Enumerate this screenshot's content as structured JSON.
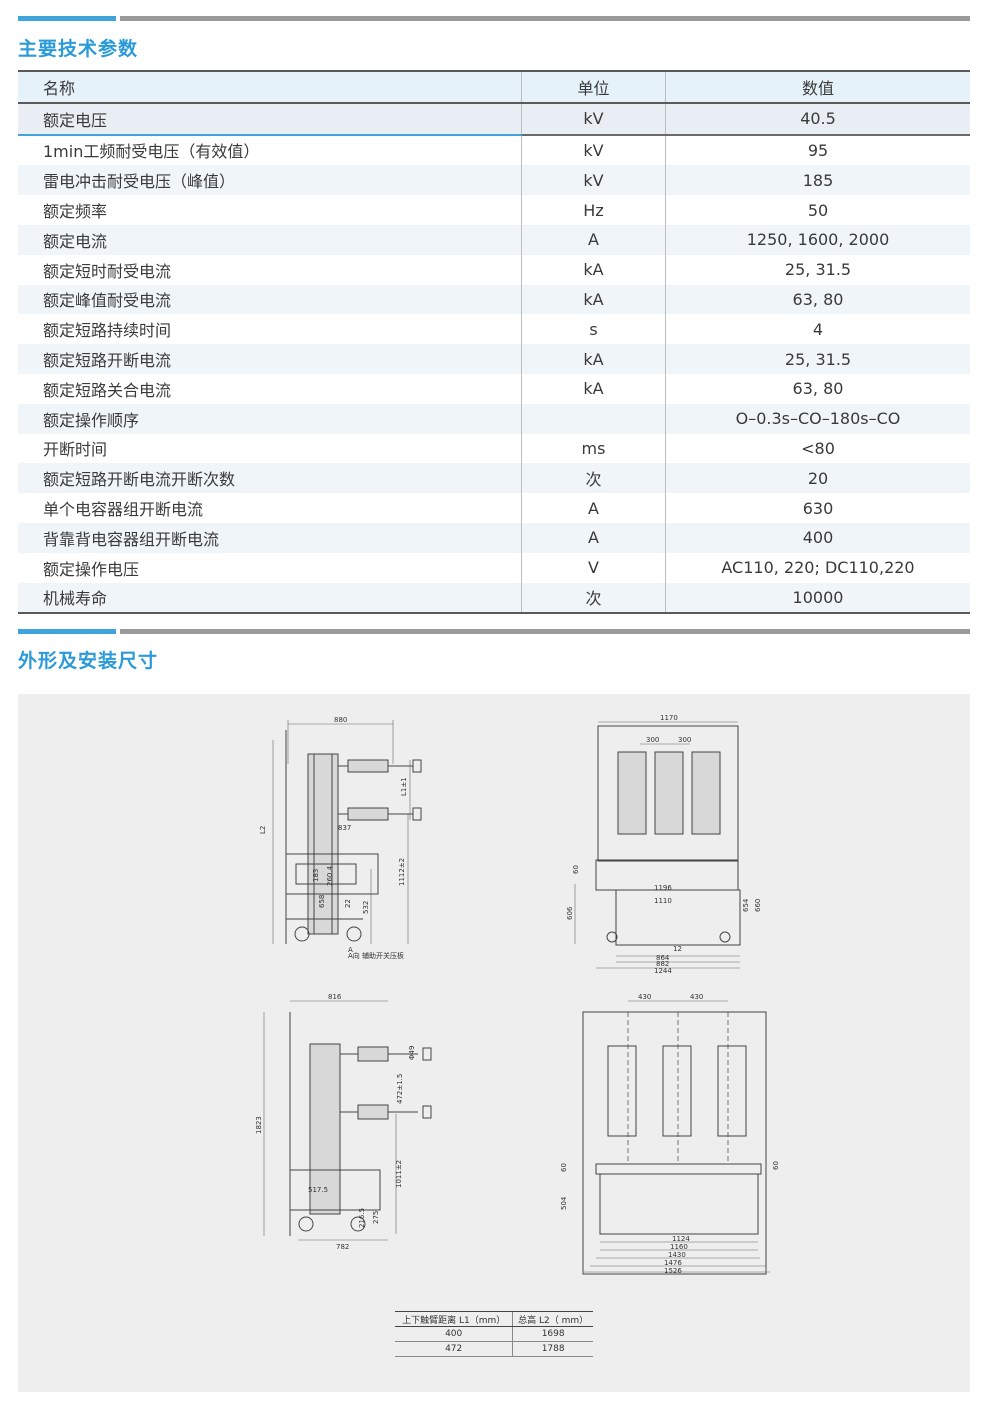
{
  "section1": {
    "title": "主要技术参数"
  },
  "section2": {
    "title": "外形及安装尺寸"
  },
  "spec_table": {
    "headers": [
      "名称",
      "单位",
      "数值"
    ],
    "rows": [
      [
        "额定电压",
        "kV",
        "40.5"
      ],
      [
        "1min工频耐受电压（有效值）",
        "kV",
        "95"
      ],
      [
        "雷电冲击耐受电压（峰值）",
        "kV",
        "185"
      ],
      [
        "额定频率",
        "Hz",
        "50"
      ],
      [
        "额定电流",
        "A",
        "1250, 1600, 2000"
      ],
      [
        "额定短时耐受电流",
        "kA",
        "25, 31.5"
      ],
      [
        "额定峰值耐受电流",
        "kA",
        "63, 80"
      ],
      [
        "额定短路持续时间",
        "s",
        "4"
      ],
      [
        "额定短路开断电流",
        "kA",
        "25, 31.5"
      ],
      [
        "额定短路关合电流",
        "kA",
        "63, 80"
      ],
      [
        "额定操作顺序",
        "",
        "O–0.3s–CO–180s–CO"
      ],
      [
        "开断时间",
        "ms",
        "<80"
      ],
      [
        "额定短路开断电流开断次数",
        "次",
        "20"
      ],
      [
        "单个电容器组开断电流",
        "A",
        "630"
      ],
      [
        "背靠背电容器组开断电流",
        "A",
        "400"
      ],
      [
        "额定操作电压",
        "V",
        "AC110, 220; DC110,220"
      ],
      [
        "机械寿命",
        "次",
        "10000"
      ]
    ]
  },
  "drawing_labels": {
    "tl_width": "880",
    "tl_l2": "L2",
    "tl_l1": "L1±1",
    "tl_837": "837",
    "tl_1112": "1112±2",
    "tl_532": "532",
    "tl_658": "658",
    "tl_183": "183",
    "tl_2603": "260.4",
    "tl_22": "22",
    "tl_a": "A",
    "tl_aux": "A向 辅助开关压板",
    "tr_1170": "1170",
    "tr_300a": "300",
    "tr_300b": "300",
    "tr_60": "60",
    "tr_606": "606",
    "tr_1196": "1196",
    "tr_1110": "1110",
    "tr_654": "654",
    "tr_660": "660",
    "tr_864": "864",
    "tr_882": "882",
    "tr_1244": "1244",
    "tr_small": "12",
    "bl_816": "816",
    "bl_1823": "1823",
    "bl_472": "472±1.5",
    "bl_1011": "1011±2",
    "bl_5175": "517.5",
    "bl_2165": "216.5",
    "bl_275": "275",
    "bl_782": "782",
    "bl_phi": "Φ49",
    "br_430a": "430",
    "br_430b": "430",
    "br_60": "60",
    "br_504": "504",
    "br_right": "60",
    "br_1124": "1124",
    "br_1160": "1160",
    "br_1430": "1430",
    "br_1476": "1476",
    "br_1526": "1526"
  },
  "dims_table": {
    "headers": [
      "上下触臂距离 L1（mm）",
      "总高 L2（ mm）"
    ],
    "rows": [
      [
        "400",
        "1698"
      ],
      [
        "472",
        "1788"
      ]
    ]
  }
}
